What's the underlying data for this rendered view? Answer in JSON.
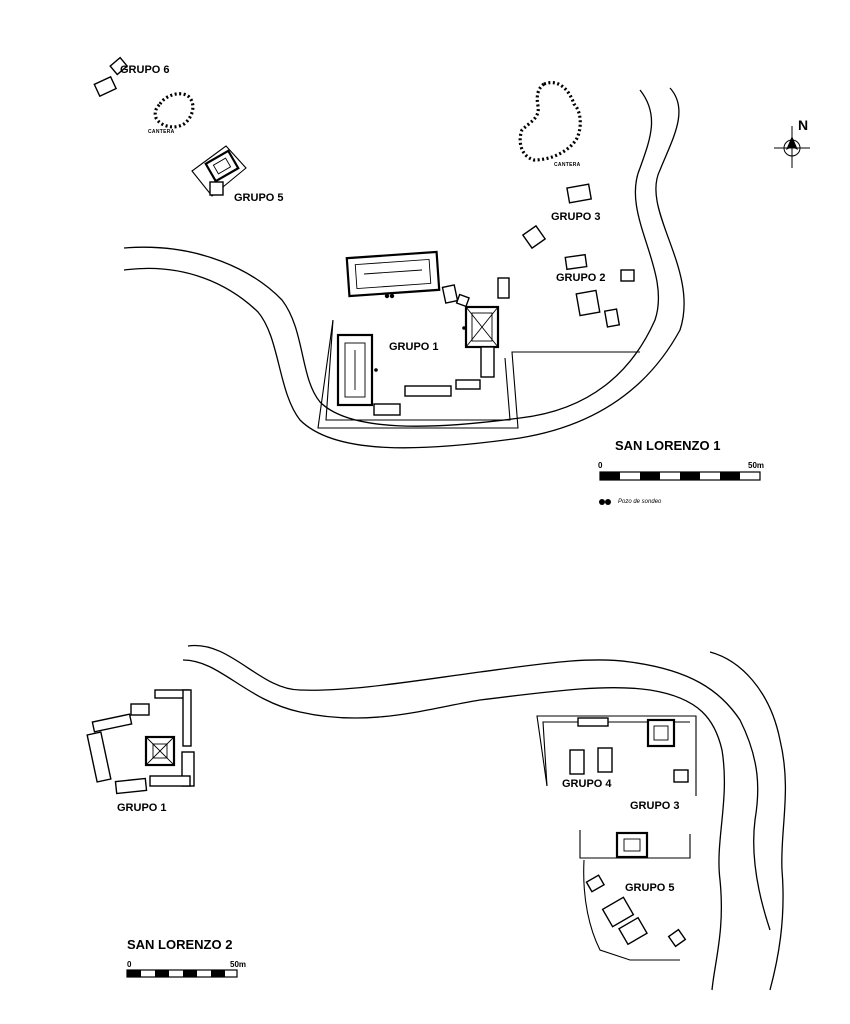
{
  "map_1": {
    "site_title": "SAN LORENZO 1",
    "groups": {
      "grupo_1": "GRUPO 1",
      "grupo_2": "GRUPO 2",
      "grupo_3": "GRUPO 3",
      "grupo_5": "GRUPO 5",
      "grupo_6": "GRUPO 6"
    },
    "quarries": {
      "cantera_west": "CANTERA",
      "cantera_east": "CANTERA"
    },
    "scale_bar": {
      "start_label": "0",
      "end_label": "50m"
    },
    "legend": {
      "test_pit_label": "Pozo de sondeo",
      "test_pit_icon": "test-pit-symbol"
    },
    "north_arrow": {
      "label": "N",
      "icon": "north-arrow"
    }
  },
  "map_2": {
    "site_title": "SAN LORENZO 2",
    "groups": {
      "grupo_1": "GRUPO 1",
      "grupo_3": "GRUPO 3",
      "grupo_4": "GRUPO 4",
      "grupo_5": "GRUPO 5"
    },
    "scale_bar": {
      "start_label": "0",
      "end_label": "50m"
    }
  },
  "colors": {
    "ink": "#000000",
    "paper": "#ffffff"
  }
}
